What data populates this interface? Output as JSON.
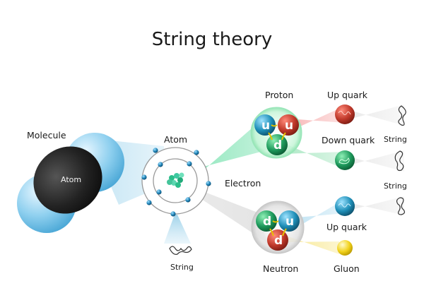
{
  "title": "String theory",
  "labels": {
    "molecule": "Molecule",
    "atom_in_molecule": "Atom",
    "atom": "Atom",
    "electron": "Electron",
    "string_bottom": "String",
    "proton": "Proton",
    "neutron": "Neutron",
    "up_quark_top": "Up quark",
    "down_quark": "Down quark",
    "up_quark_bottom": "Up quark",
    "gluon": "Gluon",
    "string_right_1": "String",
    "string_right_2": "String"
  },
  "quark_letters": {
    "proton_u1": "u",
    "proton_u2": "u",
    "proton_d": "d",
    "neutron_d1": "d",
    "neutron_u": "u",
    "neutron_d2": "d"
  },
  "colors": {
    "up_quark": "#c0392b",
    "down_quark": "#1e9a5c",
    "up_quark_blue": "#1f8fb8",
    "gluon": "#f2d21b",
    "molecule_blue": "#8fd0ef",
    "atom_black": "#1b1b1b",
    "electron": "#1b7fb3"
  }
}
